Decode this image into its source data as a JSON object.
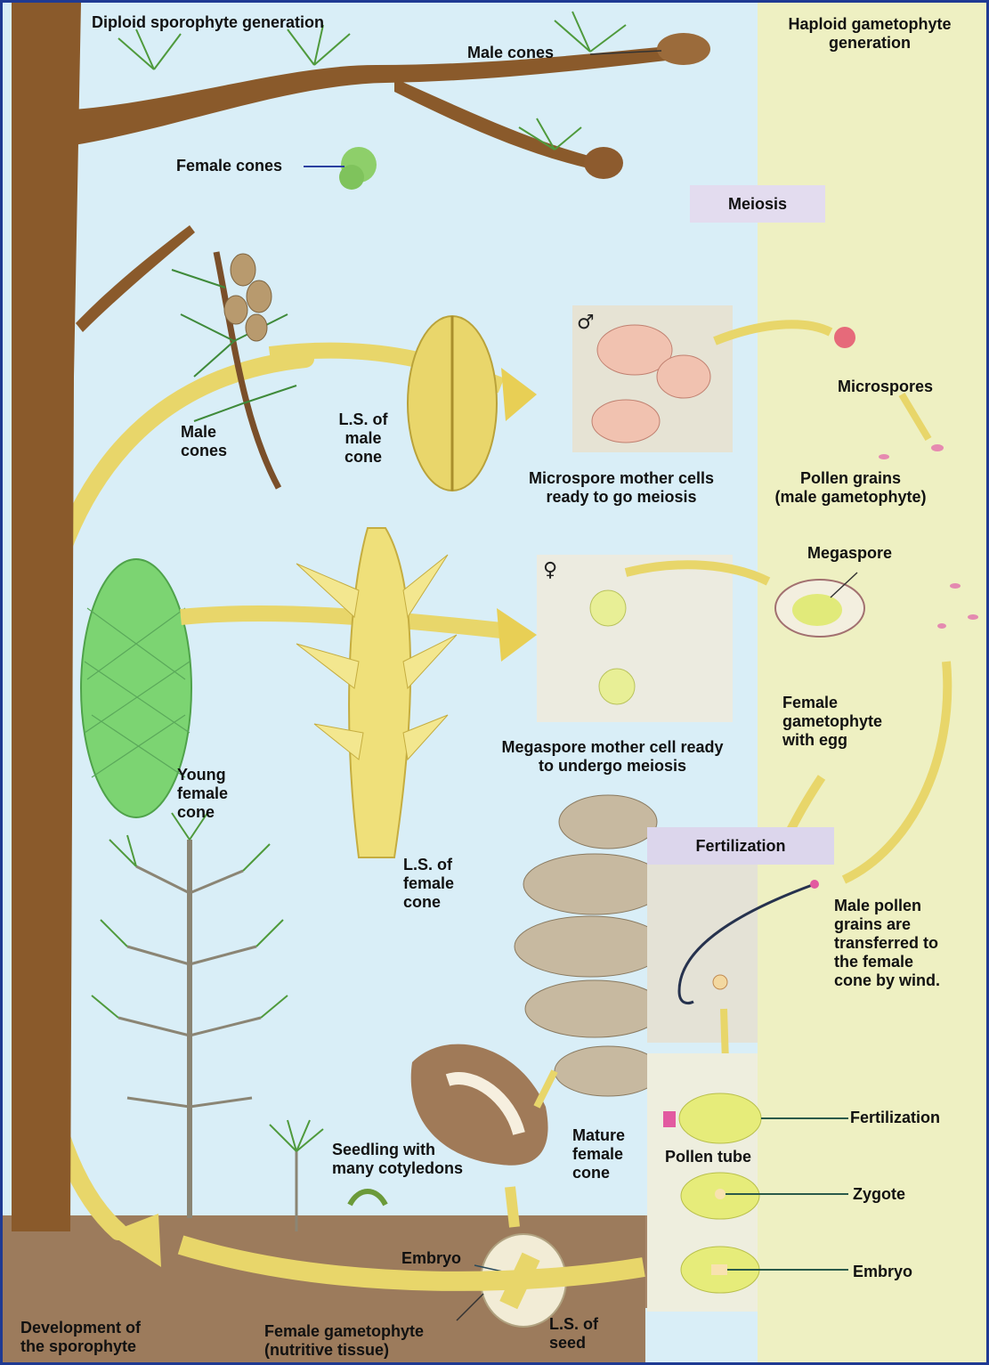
{
  "colors": {
    "sky": "#d9eef7",
    "haploid_band": "#eef0c2",
    "soil": "#9c7b5c",
    "trunk": "#8a5a2b",
    "arrow": "#e8d66a",
    "border": "#1f3a93"
  },
  "header": {
    "diploid": "Diploid sporophyte generation",
    "haploid": "Haploid gametophyte\ngeneration"
  },
  "labels": {
    "male_cones_top": "Male cones",
    "female_cones": "Female cones",
    "meiosis": "Meiosis",
    "male_cones": "Male\ncones",
    "ls_male_cone": "L.S. of\nmale\ncone",
    "microspore_mother": "Microspore mother cells\nready to go meiosis",
    "microspores": "Microspores",
    "pollen_grains": "Pollen grains\n(male gametophyte)",
    "megaspore": "Megaspore",
    "megaspore_mother": "Megaspore mother cell ready\nto undergo meiosis",
    "female_gametophyte_egg": "Female\ngametophyte\nwith egg",
    "young_female_cone": "Young\nfemale\ncone",
    "ls_female_cone": "L.S. of\nfemale\ncone",
    "fertilization_box": "Fertilization",
    "male_pollen_transfer": "Male pollen\ngrains are\ntransferred to\nthe female\ncone by wind.",
    "fertilization": "Fertilization",
    "pollen_tube": "Pollen tube",
    "zygote": "Zygote",
    "embryo_right": "Embryo",
    "mature_female_cone": "Mature\nfemale\ncone",
    "seedling": "Seedling with\nmany cotyledons",
    "embryo_seed": "Embryo",
    "ls_seed": "L.S. of\nseed",
    "female_gametophyte_tissue": "Female gametophyte\n(nutritive tissue)",
    "development": "Development of\nthe sporophyte"
  },
  "symbols": {
    "male": "♂",
    "female": "♀"
  }
}
